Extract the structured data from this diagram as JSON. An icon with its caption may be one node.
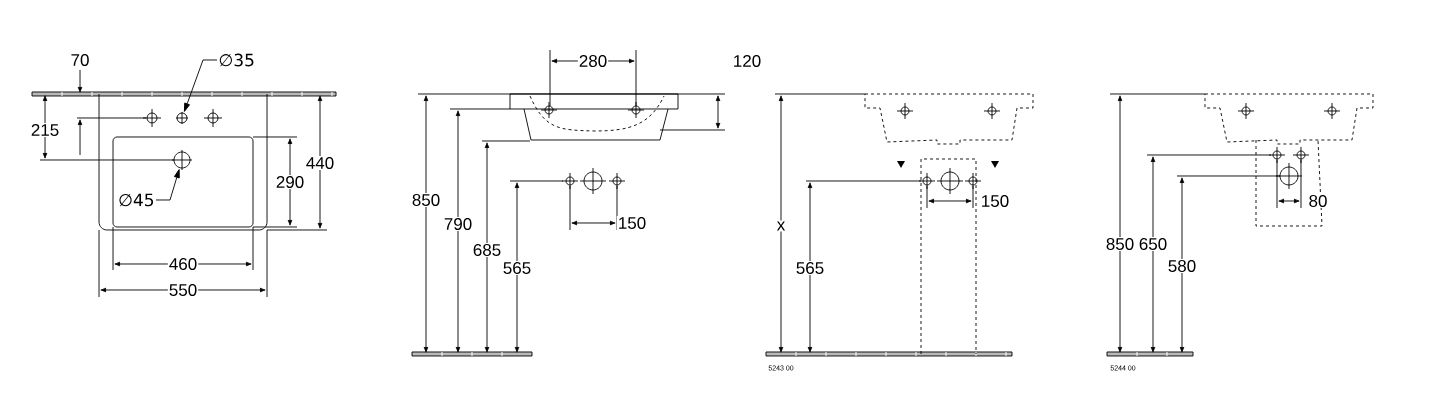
{
  "diagram": {
    "nodes": [
      {
        "text": [
          "∅35"
        ]
      },
      {
        "text": [],
        "shape": "circle"
      },
      {
        "text": [
          "∅45"
        ]
      },
      {
        "text": [],
        "shape": "circle"
      }
    ],
    "edges": [
      {
        "from": 0,
        "to": 1,
        "arrow": "to"
      },
      {
        "from": 2,
        "to": 3,
        "arrow": "to"
      }
    ],
    "labels": [
      "70",
      "215",
      "440",
      "290",
      "460",
      "550",
      "280",
      "120",
      "850",
      "790",
      "685",
      "565",
      "150",
      "x",
      "565",
      "150",
      "5243 00",
      "850",
      "650",
      "580",
      "80",
      "5244 00"
    ]
  }
}
